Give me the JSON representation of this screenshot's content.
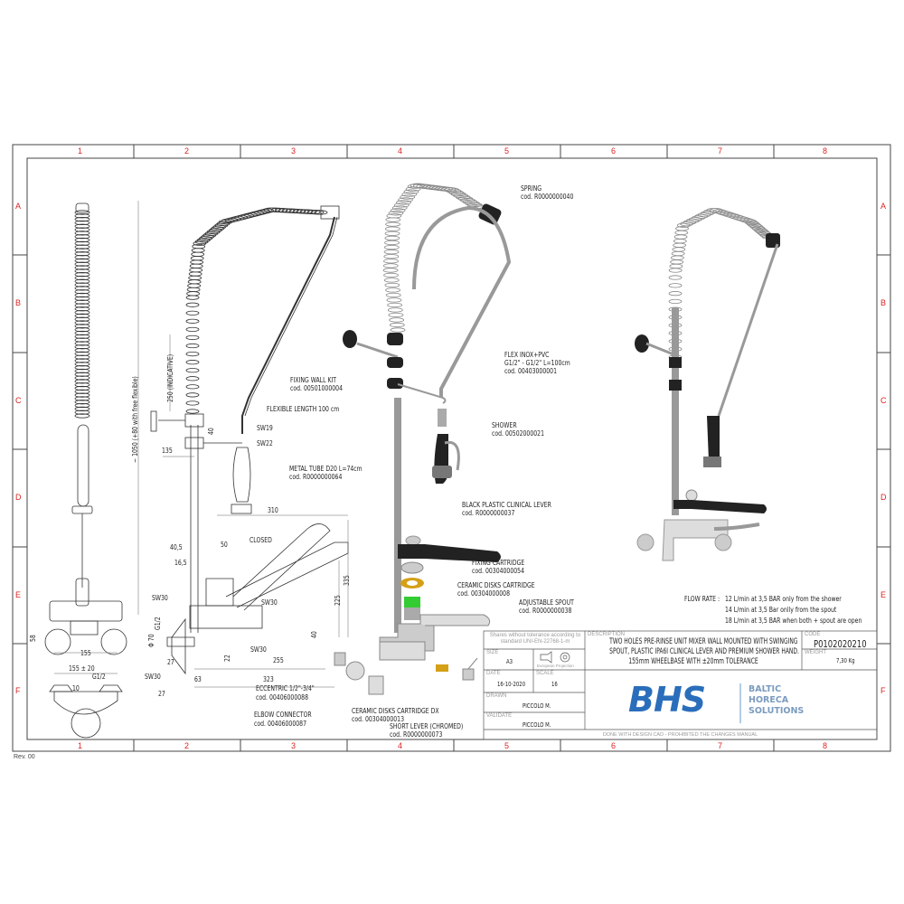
{
  "grid": {
    "columns": [
      "1",
      "2",
      "3",
      "4",
      "5",
      "6",
      "7",
      "8"
    ],
    "rows": [
      "A",
      "B",
      "C",
      "D",
      "E",
      "F"
    ]
  },
  "revision": "Rev. 00",
  "colors": {
    "frame": "#444444",
    "grid_labels": "#dd2222",
    "brand_blue": "#2a6ebb",
    "brand_grey": "#7a9bbf",
    "green_part": "#33cc33",
    "gold_part": "#d4a017"
  },
  "callouts": {
    "spring": {
      "name": "SPRING",
      "code": "cod. R0000000040"
    },
    "flex": {
      "name": "FLEX INOX+PVC",
      "spec": "G1/2\" - G1/2\" L=100cm",
      "code": "cod. 00403000001"
    },
    "fixing_wall_kit": {
      "name": "FIXING WALL KIT",
      "code": "cod. 00501000004"
    },
    "shower": {
      "name": "SHOWER",
      "code": "cod. 00502000021"
    },
    "metal_tube": {
      "name": "METAL TUBE D20 L=74cm",
      "code": "cod. R0000000064"
    },
    "black_lever": {
      "name": "BLACK PLASTIC CLINICAL LEVER",
      "code": "cod. R0000000037"
    },
    "fixing_cartridge": {
      "name": "FIXING CARTRIDGE",
      "code": "cod. 00304000054"
    },
    "ceramic_cartridge": {
      "name": "CERAMIC DISKS CARTRIDGE",
      "code": "cod. 00304000008"
    },
    "adjustable_spout": {
      "name": "ADJUSTABLE SPOUT",
      "code": "cod. R0000000038"
    },
    "eccentric": {
      "name": "ECCENTRIC 1/2\"-3/4\"",
      "code": "cod. 00406000088"
    },
    "elbow": {
      "name": "ELBOW CONNECTOR",
      "code": "cod. 00406000087"
    },
    "ceramic_dx": {
      "name": "CERAMIC DISKS CARTRIDGE DX",
      "code": "cod. 00304000013"
    },
    "short_lever": {
      "name": "SHORT LEVER (CHROMED)",
      "code": "cod. R0000000073"
    }
  },
  "dimensions": {
    "flexible_length": "FLEXIBLE LENGTH 100 cm",
    "sw19": "SW19",
    "sw22": "SW22",
    "closed": "CLOSED",
    "d310": "310",
    "d335": "335",
    "d225": "225",
    "d40b": "40",
    "d255": "255",
    "d323": "323",
    "d40_5": "40,5",
    "d16_5": "16,5",
    "d50": "50",
    "sw30": "SW30",
    "g12": "G1/2",
    "phi70": "Φ 70",
    "d27": "27",
    "d63": "63",
    "d22": "22",
    "d250": "250 (INDICATIVE)",
    "d40": "40",
    "d135": "135",
    "d1050": "~ 1050 (+80 with free flexible)",
    "d58": "58",
    "d155": "155",
    "d155tol": "155 ± 20",
    "d10": "10"
  },
  "flow_rate": {
    "label": "FLOW RATE :",
    "lines": [
      "12 L/min at 3,5 BAR only from the shower",
      "14 L/min at 3,5 Bar onlly from the spout",
      "18 L/min at 3,5 BAR when both + spout are open"
    ]
  },
  "title_block": {
    "tolerance_note": "Shares without tolerance according to standard  UNI-EN-22768-1-m",
    "size_label": "SIZE",
    "size": "A3",
    "projection": "European Projection",
    "date_label": "DATE",
    "date": "16-10-2020",
    "scale_label": "SCALE",
    "scale": "16",
    "drawn_label": "DRAWN",
    "drawn": "PICCOLO M.",
    "validate_label": "VALIDATE",
    "validate": "PICCOLO M.",
    "description_label": "DESCRIPTION",
    "description": [
      "TWO HOLES PRE-RINSE UNIT MIXER WALL MOUNTED WITH SWINGING",
      "SPOUT, PLASTIC IPA6I CLINICAL LEVER AND PREMIUM SHOWER HAND.",
      "155mm WHEELBASE WITH ±20mm TOLERANCE"
    ],
    "code_label": "CODE",
    "code": "P0102020210",
    "weight_label": "WEIGHT",
    "weight": "7,30 Kg",
    "logo": {
      "mark": "BHS",
      "lines": [
        "BALTIC",
        "HORECA",
        "SOLUTIONS"
      ]
    },
    "footer": "DONE WITH DESIGN CAD - PROHIBITED THE CHANGES MANUAL"
  }
}
